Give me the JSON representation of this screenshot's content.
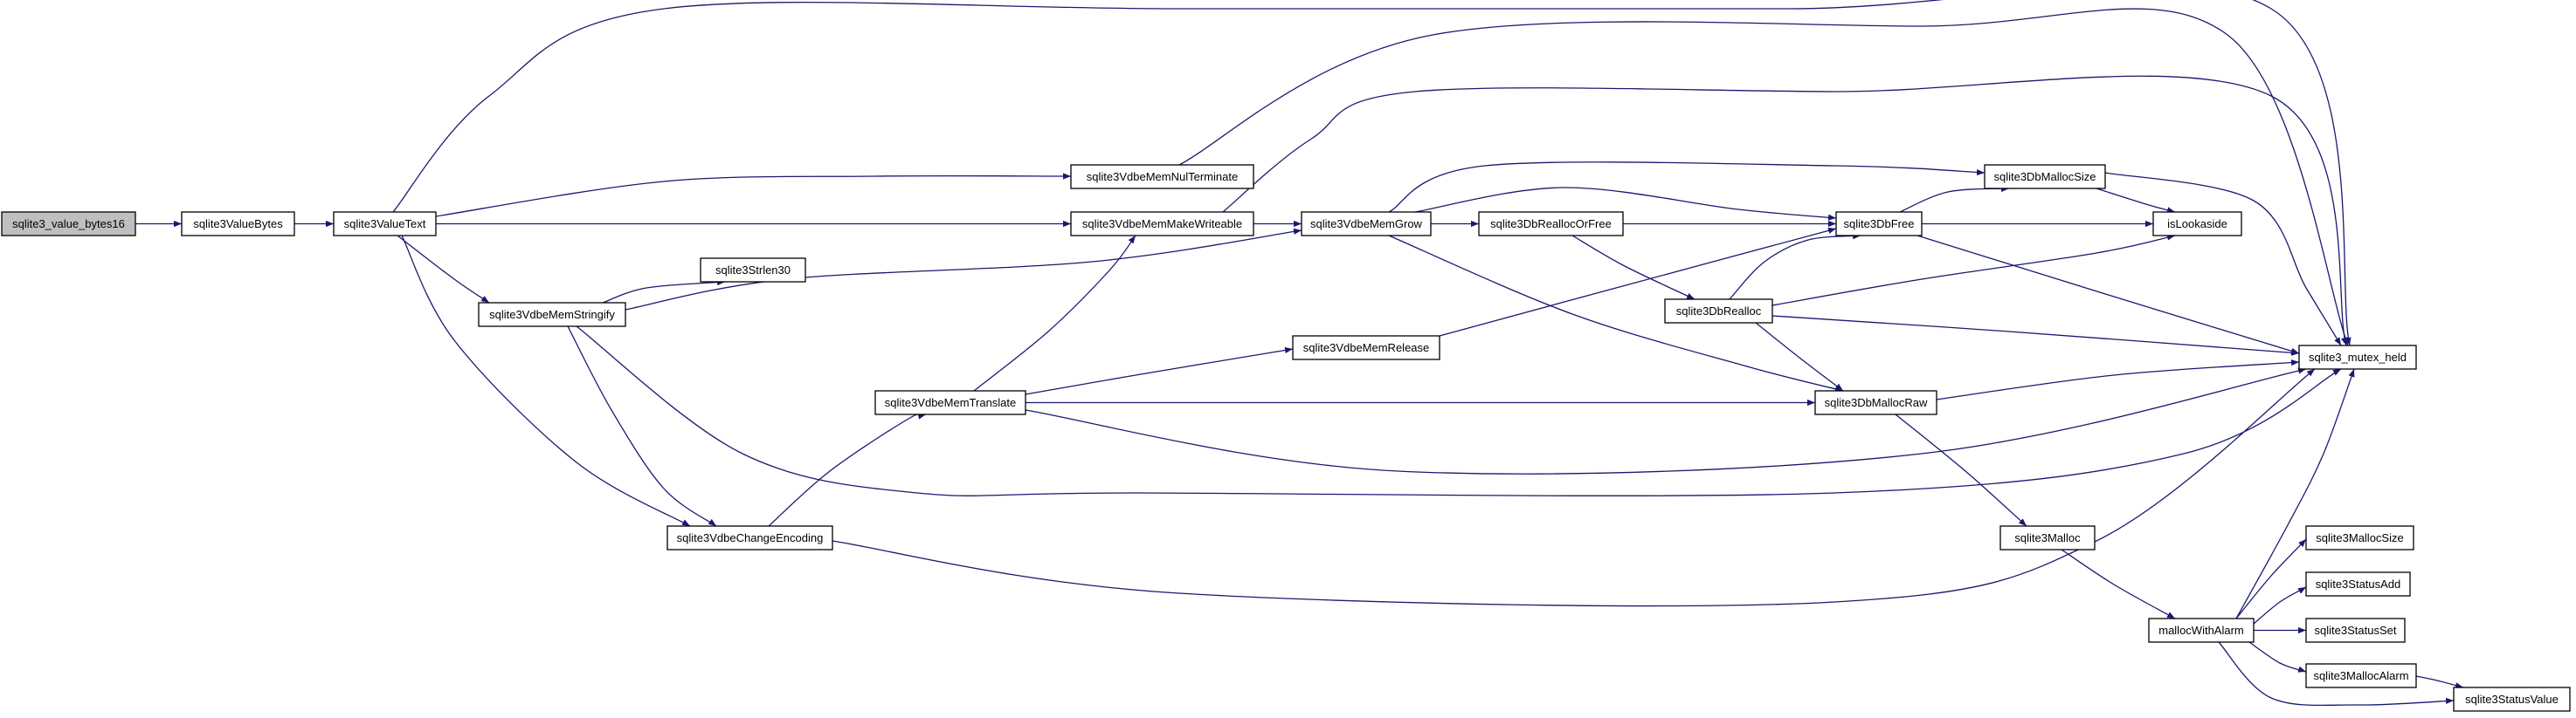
{
  "graph": {
    "edge_color": "#191970",
    "root_fill": "#bfbfbf",
    "nodes": {
      "value_bytes16": "sqlite3_value_bytes16",
      "ValueBytes": "sqlite3ValueBytes",
      "ValueText": "sqlite3ValueText",
      "VdbeMemNulTerminate": "sqlite3VdbeMemNulTerminate",
      "VdbeMemMakeWriteable": "sqlite3VdbeMemMakeWriteable",
      "VdbeMemGrow": "sqlite3VdbeMemGrow",
      "DbReallocOrFree": "sqlite3DbReallocOrFree",
      "DbFree": "sqlite3DbFree",
      "DbMallocSize": "sqlite3DbMallocSize",
      "isLookaside": "isLookaside",
      "mutex_held": "sqlite3_mutex_held",
      "Strlen30": "sqlite3Strlen30",
      "VdbeMemStringify": "sqlite3VdbeMemStringify",
      "DbRealloc": "sqlite3DbRealloc",
      "VdbeMemRelease": "sqlite3VdbeMemRelease",
      "VdbeMemTranslate": "sqlite3VdbeMemTranslate",
      "DbMallocRaw": "sqlite3DbMallocRaw",
      "VdbeChangeEncoding": "sqlite3VdbeChangeEncoding",
      "Malloc": "sqlite3Malloc",
      "MallocSize": "sqlite3MallocSize",
      "StatusAdd": "sqlite3StatusAdd",
      "mallocWithAlarm": "mallocWithAlarm",
      "StatusSet": "sqlite3StatusSet",
      "MallocAlarm": "sqlite3MallocAlarm",
      "StatusValue": "sqlite3StatusValue"
    }
  }
}
